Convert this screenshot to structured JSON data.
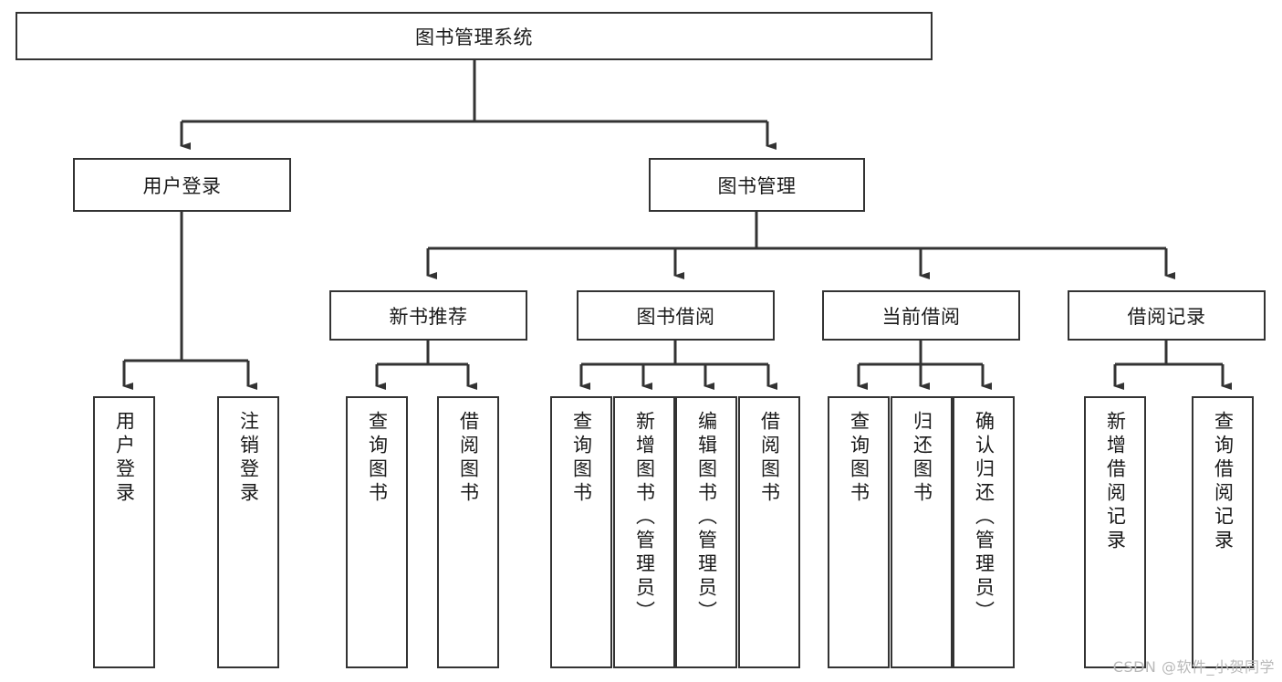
{
  "diagram": {
    "title": "图书管理系统",
    "type": "hierarchy-tree",
    "root": {
      "id": "root",
      "label": "图书管理系统"
    },
    "level2": [
      {
        "id": "user-login",
        "label": "用户登录"
      },
      {
        "id": "book-management",
        "label": "图书管理"
      }
    ],
    "level3": [
      {
        "id": "new-book-recommend",
        "label": "新书推荐"
      },
      {
        "id": "book-borrow",
        "label": "图书借阅"
      },
      {
        "id": "current-borrow",
        "label": "当前借阅"
      },
      {
        "id": "borrow-record",
        "label": "借阅记录"
      }
    ],
    "leaves": [
      {
        "id": "leaf-user-login",
        "label": "用户登录",
        "parent": "user-login"
      },
      {
        "id": "leaf-logout-login",
        "label": "注销登录",
        "parent": "user-login"
      },
      {
        "id": "leaf-query-book-1",
        "label": "查询图书",
        "parent": "new-book-recommend"
      },
      {
        "id": "leaf-borrow-book-1",
        "label": "借阅图书",
        "parent": "new-book-recommend"
      },
      {
        "id": "leaf-query-book-2",
        "label": "查询图书",
        "parent": "book-borrow"
      },
      {
        "id": "leaf-add-book",
        "label": "新增图书（管理员）",
        "parent": "book-borrow"
      },
      {
        "id": "leaf-edit-book",
        "label": "编辑图书（管理员）",
        "parent": "book-borrow"
      },
      {
        "id": "leaf-borrow-book-2",
        "label": "借阅图书",
        "parent": "book-borrow"
      },
      {
        "id": "leaf-query-book-3",
        "label": "查询图书",
        "parent": "current-borrow"
      },
      {
        "id": "leaf-return-book",
        "label": "归还图书",
        "parent": "current-borrow"
      },
      {
        "id": "leaf-confirm-return",
        "label": "确认归还（管理员）",
        "parent": "current-borrow"
      },
      {
        "id": "leaf-add-record",
        "label": "新增借阅记录",
        "parent": "borrow-record"
      },
      {
        "id": "leaf-query-record",
        "label": "查询借阅记录",
        "parent": "borrow-record"
      }
    ],
    "colors": {
      "border": "#333333",
      "background": "#ffffff",
      "text": "#1a1a1a",
      "connector": "#333333",
      "watermark": "#b9b9b9"
    }
  },
  "watermark": {
    "text": "CSDN @软件_小贺同学"
  }
}
